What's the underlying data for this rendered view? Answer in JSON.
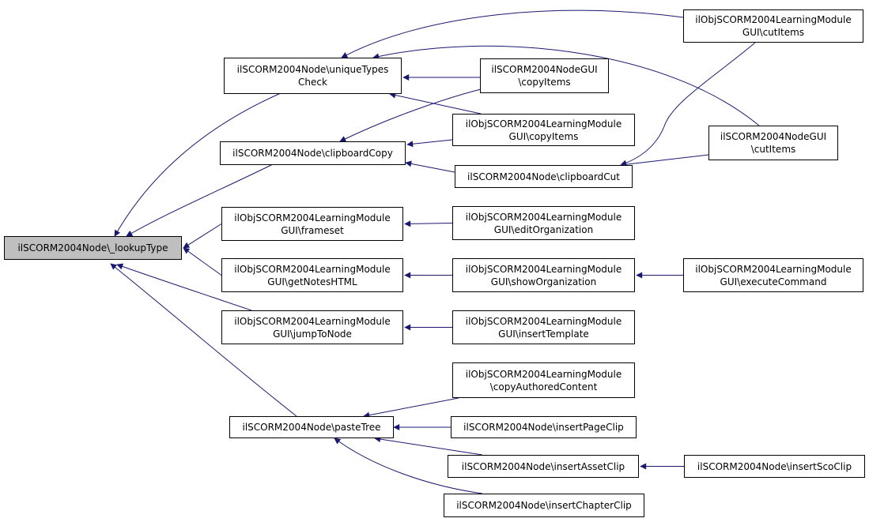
{
  "colors": {
    "edge": "#191970",
    "root_fill": "#bfbfbf",
    "node_fill": "#ffffff",
    "border": "#000000"
  },
  "nodes": [
    {
      "id": "lookupType",
      "lines": [
        "ilSCORM2004Node\\_lookupType"
      ],
      "root": true
    },
    {
      "id": "uniqueTypesCheck",
      "lines": [
        "ilSCORM2004Node\\uniqueTypes",
        "Check"
      ]
    },
    {
      "id": "clipboardCopy",
      "lines": [
        "ilSCORM2004Node\\clipboardCopy"
      ]
    },
    {
      "id": "frameset",
      "lines": [
        "ilObjSCORM2004LearningModule",
        "GUI\\frameset"
      ]
    },
    {
      "id": "getNotesHTML",
      "lines": [
        "ilObjSCORM2004LearningModule",
        "GUI\\getNotesHTML"
      ]
    },
    {
      "id": "jumpToNode",
      "lines": [
        "ilObjSCORM2004LearningModule",
        "GUI\\jumpToNode"
      ]
    },
    {
      "id": "pasteTree",
      "lines": [
        "ilSCORM2004Node\\pasteTree"
      ]
    },
    {
      "id": "nodeGuiCopyItems",
      "lines": [
        "ilSCORM2004NodeGUI",
        "\\copyItems"
      ]
    },
    {
      "id": "lmGuiCopyItems",
      "lines": [
        "ilObjSCORM2004LearningModule",
        "GUI\\copyItems"
      ]
    },
    {
      "id": "clipboardCut",
      "lines": [
        "ilSCORM2004Node\\clipboardCut"
      ]
    },
    {
      "id": "editOrganization",
      "lines": [
        "ilObjSCORM2004LearningModule",
        "GUI\\editOrganization"
      ]
    },
    {
      "id": "showOrganization",
      "lines": [
        "ilObjSCORM2004LearningModule",
        "GUI\\showOrganization"
      ]
    },
    {
      "id": "insertTemplate",
      "lines": [
        "ilObjSCORM2004LearningModule",
        "GUI\\insertTemplate"
      ]
    },
    {
      "id": "copyAuthoredContent",
      "lines": [
        "ilObjSCORM2004LearningModule",
        "\\copyAuthoredContent"
      ]
    },
    {
      "id": "insertPageClip",
      "lines": [
        "ilSCORM2004Node\\insertPageClip"
      ]
    },
    {
      "id": "insertAssetClip",
      "lines": [
        "ilSCORM2004Node\\insertAssetClip"
      ]
    },
    {
      "id": "insertChapterClip",
      "lines": [
        "ilSCORM2004Node\\insertChapterClip"
      ]
    },
    {
      "id": "lmGuiCutItems",
      "lines": [
        "ilObjSCORM2004LearningModule",
        "GUI\\cutItems"
      ]
    },
    {
      "id": "nodeGuiCutItems",
      "lines": [
        "ilSCORM2004NodeGUI",
        "\\cutItems"
      ]
    },
    {
      "id": "executeCommand",
      "lines": [
        "ilObjSCORM2004LearningModule",
        "GUI\\executeCommand"
      ]
    },
    {
      "id": "insertScoClip",
      "lines": [
        "ilSCORM2004Node\\insertScoClip"
      ]
    }
  ],
  "edges": [
    {
      "from": "uniqueTypesCheck",
      "to": "lookupType"
    },
    {
      "from": "clipboardCopy",
      "to": "lookupType"
    },
    {
      "from": "frameset",
      "to": "lookupType"
    },
    {
      "from": "getNotesHTML",
      "to": "lookupType"
    },
    {
      "from": "jumpToNode",
      "to": "lookupType"
    },
    {
      "from": "pasteTree",
      "to": "lookupType"
    },
    {
      "from": "lmGuiCutItems",
      "to": "uniqueTypesCheck"
    },
    {
      "from": "nodeGuiCutItems",
      "to": "uniqueTypesCheck"
    },
    {
      "from": "nodeGuiCopyItems",
      "to": "uniqueTypesCheck"
    },
    {
      "from": "lmGuiCopyItems",
      "to": "uniqueTypesCheck"
    },
    {
      "from": "nodeGuiCopyItems",
      "to": "clipboardCopy"
    },
    {
      "from": "lmGuiCopyItems",
      "to": "clipboardCopy"
    },
    {
      "from": "clipboardCut",
      "to": "clipboardCopy"
    },
    {
      "from": "lmGuiCutItems",
      "to": "clipboardCut"
    },
    {
      "from": "nodeGuiCutItems",
      "to": "clipboardCut"
    },
    {
      "from": "editOrganization",
      "to": "frameset"
    },
    {
      "from": "showOrganization",
      "to": "getNotesHTML"
    },
    {
      "from": "executeCommand",
      "to": "showOrganization"
    },
    {
      "from": "insertTemplate",
      "to": "jumpToNode"
    },
    {
      "from": "copyAuthoredContent",
      "to": "pasteTree"
    },
    {
      "from": "insertPageClip",
      "to": "pasteTree"
    },
    {
      "from": "insertAssetClip",
      "to": "pasteTree"
    },
    {
      "from": "insertChapterClip",
      "to": "pasteTree"
    },
    {
      "from": "insertScoClip",
      "to": "insertAssetClip"
    }
  ]
}
